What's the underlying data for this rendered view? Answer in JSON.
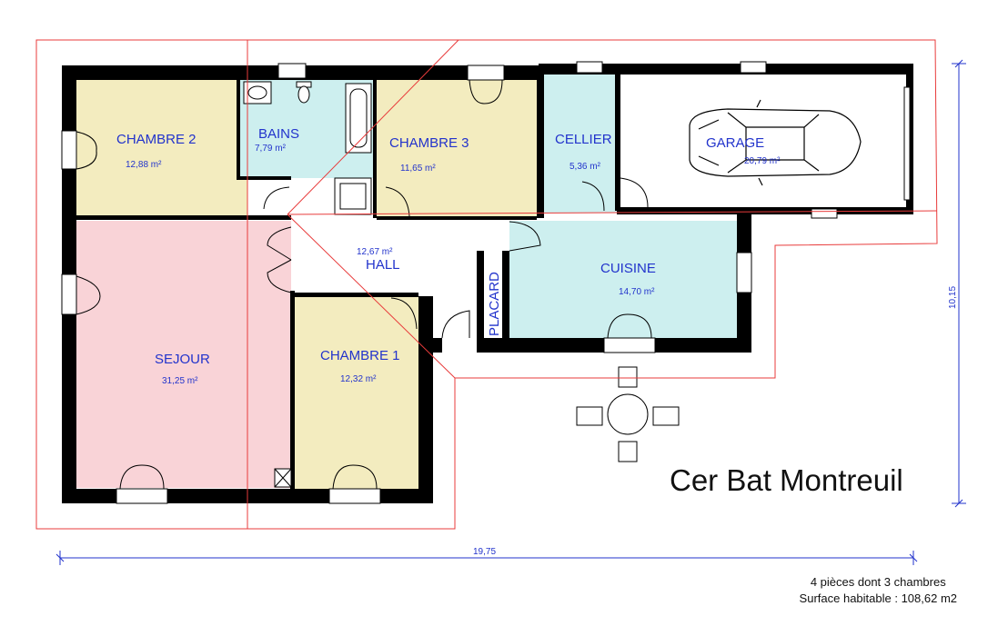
{
  "rooms": {
    "chambre2": {
      "name": "CHAMBRE 2",
      "area": "12,88 m²"
    },
    "bains": {
      "name": "BAINS",
      "area": "7,79 m²"
    },
    "chambre3": {
      "name": "CHAMBRE 3",
      "area": "11,65 m²"
    },
    "cellier": {
      "name": "CELLIER",
      "area": "5,36 m²"
    },
    "garage": {
      "name": "GARAGE",
      "area": "20,79 m²"
    },
    "hall": {
      "name": "HALL",
      "area": "12,67 m²"
    },
    "placard": {
      "name": "PLACARD"
    },
    "cuisine": {
      "name": "CUISINE",
      "area": "14,70 m²"
    },
    "sejour": {
      "name": "SEJOUR",
      "area": "31,25 m²"
    },
    "chambre1": {
      "name": "CHAMBRE 1",
      "area": "12,32 m²"
    }
  },
  "dimensions": {
    "width": "19,75",
    "height": "10,15"
  },
  "brand": "Cer Bat Montreuil",
  "summary": {
    "line1": "4 pièces dont 3 chambres",
    "line2": "Surface habitable : 108,62 m2"
  },
  "colors": {
    "wall": "#000000",
    "outline": "#e83b3b",
    "chambre": "#f3ecbf",
    "sejour": "#f9d3d7",
    "wet": "#cdefef",
    "dim": "#2233cc"
  }
}
